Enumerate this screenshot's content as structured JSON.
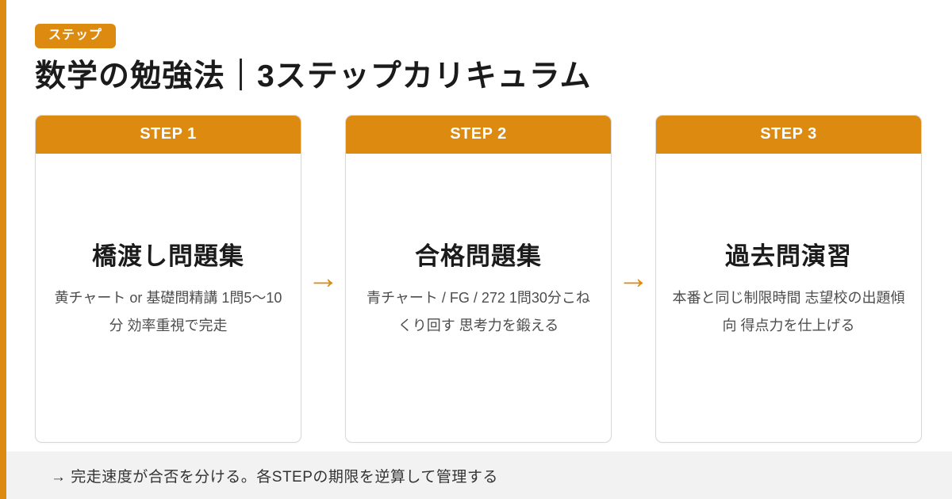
{
  "page": {
    "accent_color": "#DD8A10",
    "badge_label": "ステップ",
    "title": "数学の勉強法｜3ステップカリキュラム"
  },
  "steps": [
    {
      "header": "STEP 1",
      "title": "橋渡し問題集",
      "description": "黄チャート or 基礎問精講 1問5〜10分 効率重視で完走"
    },
    {
      "header": "STEP 2",
      "title": "合格問題集",
      "description": "青チャート / FG / 272 1問30分こねくり回す 思考力を鍛える"
    },
    {
      "header": "STEP 3",
      "title": "過去問演習",
      "description": "本番と同じ制限時間 志望校の出題傾向 得点力を仕上げる"
    }
  ],
  "arrows": {
    "glyph": "→"
  },
  "footer": {
    "note": "→ 完走速度が合否を分ける。各STEPの期限を逆算して管理する"
  }
}
